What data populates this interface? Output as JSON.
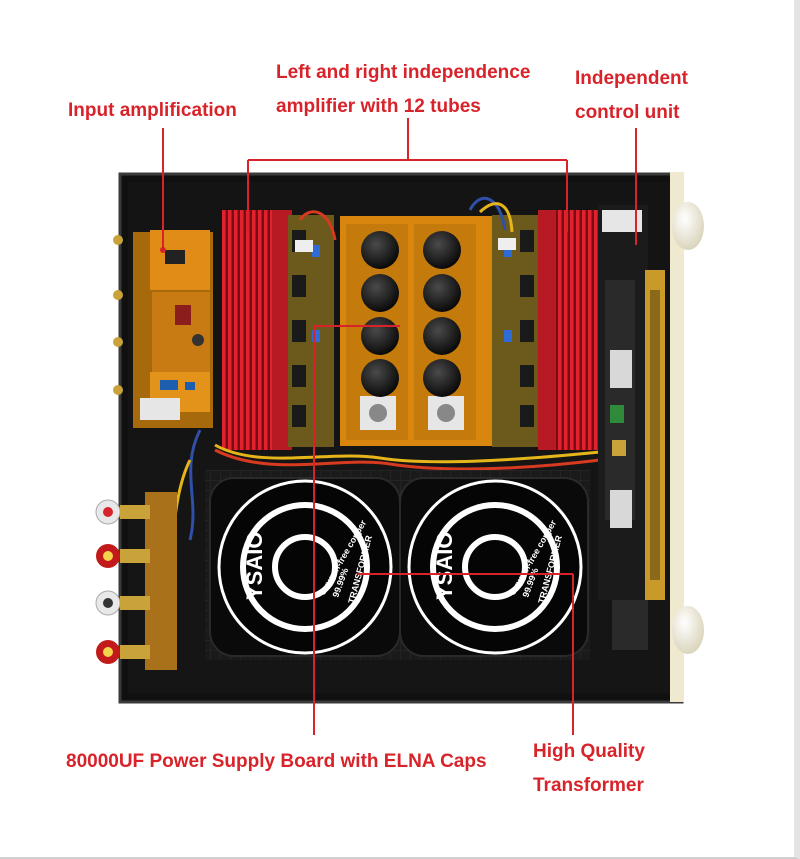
{
  "callouts": {
    "input_amplification": "Input amplification",
    "tubes_line1": "Left and right independence",
    "tubes_line2": "amplifier with 12 tubes",
    "control_line1": "Independent",
    "control_line2": "control unit",
    "power_supply": "80000UF Power Supply Board with ELNA Caps",
    "transformer_line1": "High Quality",
    "transformer_line2": "Transformer"
  },
  "transformer_labels": {
    "brand": "YSAIO",
    "copper": "Oxygen-free copper",
    "purity": "99.99%",
    "type": "TRANSFORMER"
  },
  "colors": {
    "callout_red": "#d8232a",
    "heatsink_red": "#e0222e",
    "chassis_black": "#111111",
    "board_orange": "#d9860f",
    "faceplate_cream": "#efe9cf"
  }
}
